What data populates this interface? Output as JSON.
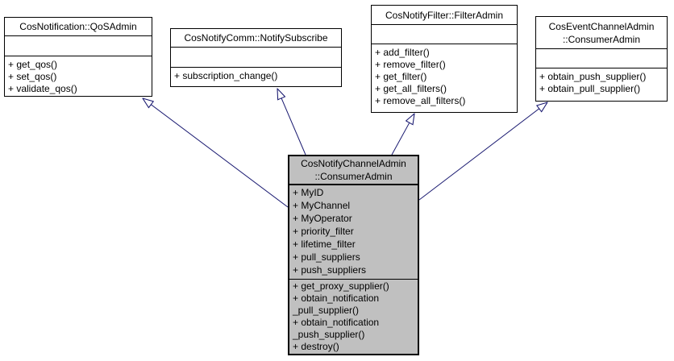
{
  "colors": {
    "arrow": "#191970",
    "node-border": "#000000",
    "node-fill": "#ffffff",
    "highlight-fill": "#c0c0c0",
    "text": "#000000",
    "background": "#ffffff"
  },
  "diagram": {
    "type": "uml-inheritance-diagram",
    "classes": [
      {
        "name": "CosNotification::QoSAdmin",
        "title_lines": [
          "CosNotification::QoSAdmin"
        ],
        "attributes": [],
        "methods": [
          "+ get_qos()",
          "+ set_qos()",
          "+ validate_qos()"
        ]
      },
      {
        "name": "CosNotifyComm::NotifySubscribe",
        "title_lines": [
          "CosNotifyComm::NotifySubscribe"
        ],
        "attributes": [],
        "methods": [
          "+ subscription_change()"
        ]
      },
      {
        "name": "CosNotifyFilter::FilterAdmin",
        "title_lines": [
          "CosNotifyFilter::FilterAdmin"
        ],
        "attributes": [],
        "methods": [
          "+ add_filter()",
          "+ remove_filter()",
          "+ get_filter()",
          "+ get_all_filters()",
          "+ remove_all_filters()"
        ]
      },
      {
        "name": "CosEventChannelAdmin::ConsumerAdmin",
        "title_lines": [
          "CosEventChannelAdmin",
          "::ConsumerAdmin"
        ],
        "attributes": [],
        "methods": [
          "+ obtain_push_supplier()",
          "+ obtain_pull_supplier()"
        ]
      },
      {
        "name": "CosNotifyChannelAdmin::ConsumerAdmin",
        "title_lines": [
          "CosNotifyChannelAdmin",
          "::ConsumerAdmin"
        ],
        "attributes": [
          "+ MyID",
          "+ MyChannel",
          "+ MyOperator",
          "+ priority_filter",
          "+ lifetime_filter",
          "+ pull_suppliers",
          "+ push_suppliers"
        ],
        "methods": [
          "+ get_proxy_supplier()",
          "+ obtain_notification",
          "_pull_supplier()",
          "+ obtain_notification",
          "_push_supplier()",
          "+ destroy()"
        ]
      }
    ],
    "relationships": [
      {
        "type": "inheritance",
        "from": "CosNotifyChannelAdmin::ConsumerAdmin",
        "to": "CosNotification::QoSAdmin"
      },
      {
        "type": "inheritance",
        "from": "CosNotifyChannelAdmin::ConsumerAdmin",
        "to": "CosNotifyComm::NotifySubscribe"
      },
      {
        "type": "inheritance",
        "from": "CosNotifyChannelAdmin::ConsumerAdmin",
        "to": "CosNotifyFilter::FilterAdmin"
      },
      {
        "type": "inheritance",
        "from": "CosNotifyChannelAdmin::ConsumerAdmin",
        "to": "CosEventChannelAdmin::ConsumerAdmin"
      }
    ]
  }
}
